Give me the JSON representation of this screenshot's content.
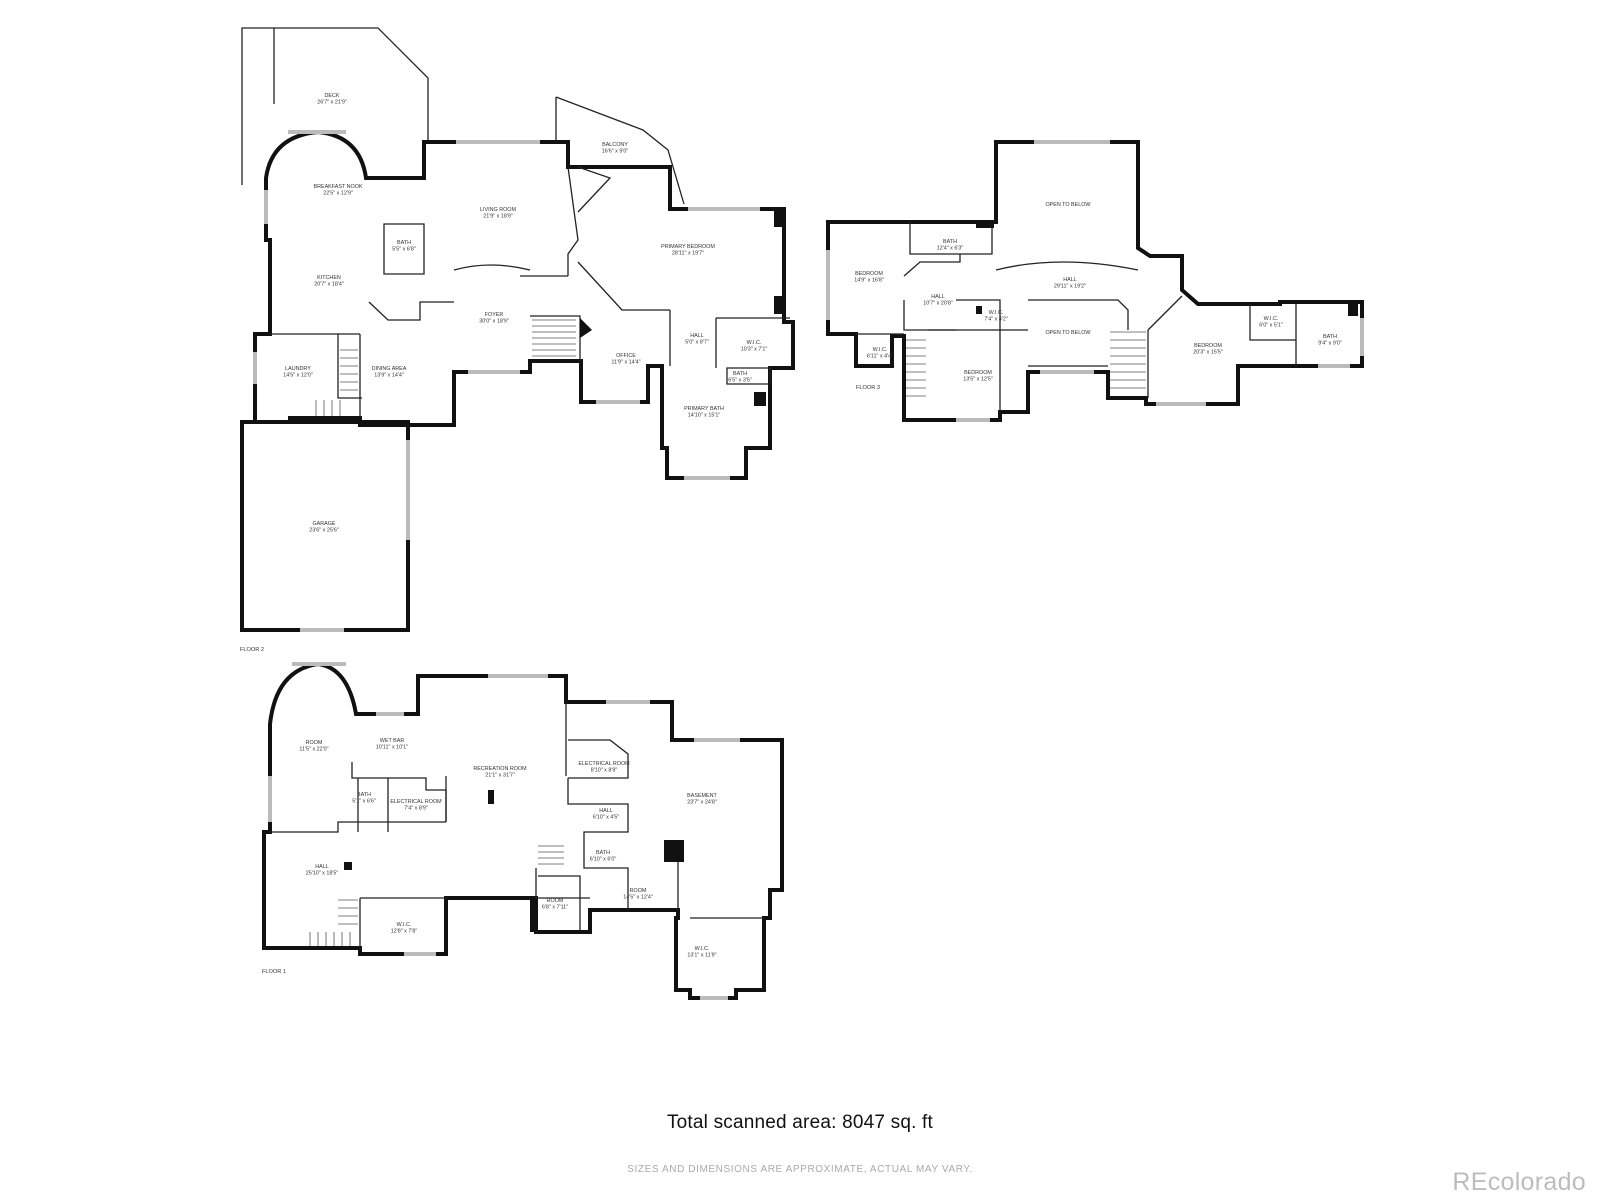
{
  "floors": [
    {
      "label": "FLOOR 2",
      "rooms": [
        {
          "name": "DECK",
          "dims": "26'7\" x 21'9\""
        },
        {
          "name": "BALCONY",
          "dims": "16'6\" x 9'0\""
        },
        {
          "name": "BREAKFAST NOOK",
          "dims": "22'5\" x 12'9\""
        },
        {
          "name": "LIVING ROOM",
          "dims": "21'9\" x 18'9\""
        },
        {
          "name": "BATH",
          "dims": "5'5\" x 6'8\""
        },
        {
          "name": "PRIMARY BEDROOM",
          "dims": "28'11\" x 19'7\""
        },
        {
          "name": "KITCHEN",
          "dims": "20'7\" x 18'4\""
        },
        {
          "name": "FOYER",
          "dims": "30'0\" x 18'9\""
        },
        {
          "name": "HALL",
          "dims": "5'0\" x 8'7\""
        },
        {
          "name": "W.I.C.",
          "dims": "10'3\" x 7'1\""
        },
        {
          "name": "OFFICE",
          "dims": "11'9\" x 14'4\""
        },
        {
          "name": "LAUNDRY",
          "dims": "14'5\" x 12'0\""
        },
        {
          "name": "DINING AREA",
          "dims": "13'9\" x 14'4\""
        },
        {
          "name": "BATH",
          "dims": "6'5\" x 3'5\""
        },
        {
          "name": "PRIMARY BATH",
          "dims": "14'10\" x 15'1\""
        },
        {
          "name": "GARAGE",
          "dims": "23'6\" x 25'6\""
        }
      ]
    },
    {
      "label": "FLOOR 3",
      "rooms": [
        {
          "name": "OPEN TO BELOW",
          "dims": ""
        },
        {
          "name": "BATH",
          "dims": "12'4\" x 6'3\""
        },
        {
          "name": "BEDROOM",
          "dims": "14'9\" x 16'8\""
        },
        {
          "name": "HALL",
          "dims": "29'11\" x 19'2\""
        },
        {
          "name": "HALL",
          "dims": "10'7\" x 20'8\""
        },
        {
          "name": "W.I.C.",
          "dims": "7'4\" x 4'2\""
        },
        {
          "name": "OPEN TO BELOW",
          "dims": ""
        },
        {
          "name": "W.I.C.",
          "dims": "6'0\" x 5'1\""
        },
        {
          "name": "BATH",
          "dims": "9'4\" x 9'0\""
        },
        {
          "name": "W.I.C.",
          "dims": "6'11\" x 4'4\""
        },
        {
          "name": "BEDROOM",
          "dims": "20'3\" x 15'5\""
        },
        {
          "name": "BEDROOM",
          "dims": "13'5\" x 12'5\""
        }
      ]
    },
    {
      "label": "FLOOR 1",
      "rooms": [
        {
          "name": "ROOM",
          "dims": "11'5\" x 22'0\""
        },
        {
          "name": "WET BAR",
          "dims": "10'11\" x 10'1\""
        },
        {
          "name": "RECREATION ROOM",
          "dims": "21'1\" x 31'7\""
        },
        {
          "name": "ELECTRICAL ROOM",
          "dims": "8'10\" x 8'9\""
        },
        {
          "name": "BASEMENT",
          "dims": "23'7\" x 24'8\""
        },
        {
          "name": "BATH",
          "dims": "5'1\" x 6'6\""
        },
        {
          "name": "ELECTRICAL ROOM",
          "dims": "7'4\" x 8'9\""
        },
        {
          "name": "HALL",
          "dims": "6'10\" x 4'5\""
        },
        {
          "name": "BATH",
          "dims": "6'10\" x 6'0\""
        },
        {
          "name": "HALL",
          "dims": "25'10\" x 18'5\""
        },
        {
          "name": "ROOM",
          "dims": "14'5\" x 12'4\""
        },
        {
          "name": "ROOM",
          "dims": "6'8\" x 7'11\""
        },
        {
          "name": "W.I.C.",
          "dims": "12'8\" x 7'8\""
        },
        {
          "name": "W.I.C.",
          "dims": "13'1\" x 11'9\""
        }
      ]
    }
  ],
  "footer": {
    "total": "Total scanned area: 8047 sq. ft",
    "disclaimer": "SIZES AND DIMENSIONS ARE APPROXIMATE, ACTUAL MAY VARY.",
    "brand": "REcolorado"
  }
}
